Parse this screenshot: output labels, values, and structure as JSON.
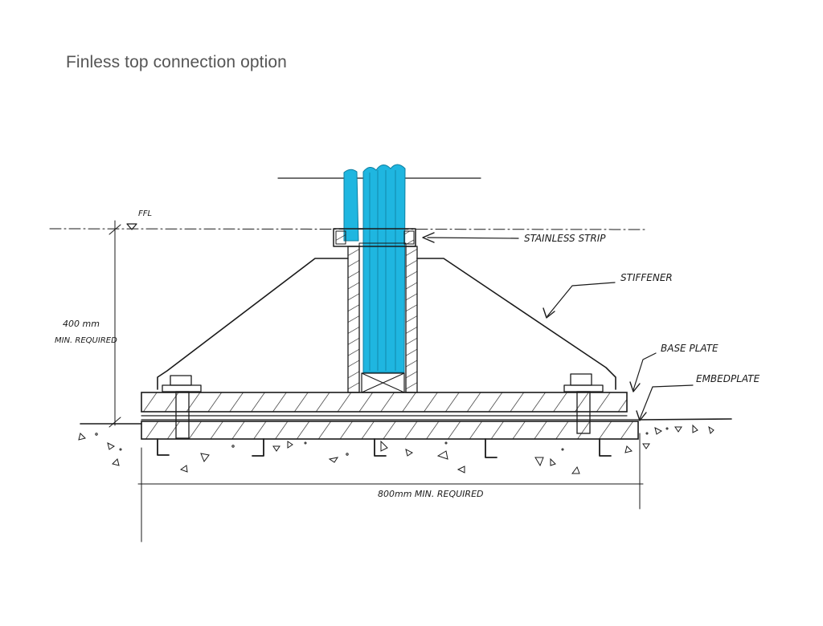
{
  "title": "Finless top connection option",
  "labels": {
    "ffl": "FFL",
    "stainless_strip": "STAINLESS STRIP",
    "stiffener": "STIFFENER",
    "base_plate": "BASE PLATE",
    "embed_plate": "EMBEDPLATE",
    "height_line1": "400 mm",
    "height_line2": "MIN. REQUIRED",
    "width": "800mm MIN. REQUIRED"
  },
  "colors": {
    "glass": "#1fb6e0",
    "ink": "#1a1a1a",
    "title": "#555555"
  }
}
